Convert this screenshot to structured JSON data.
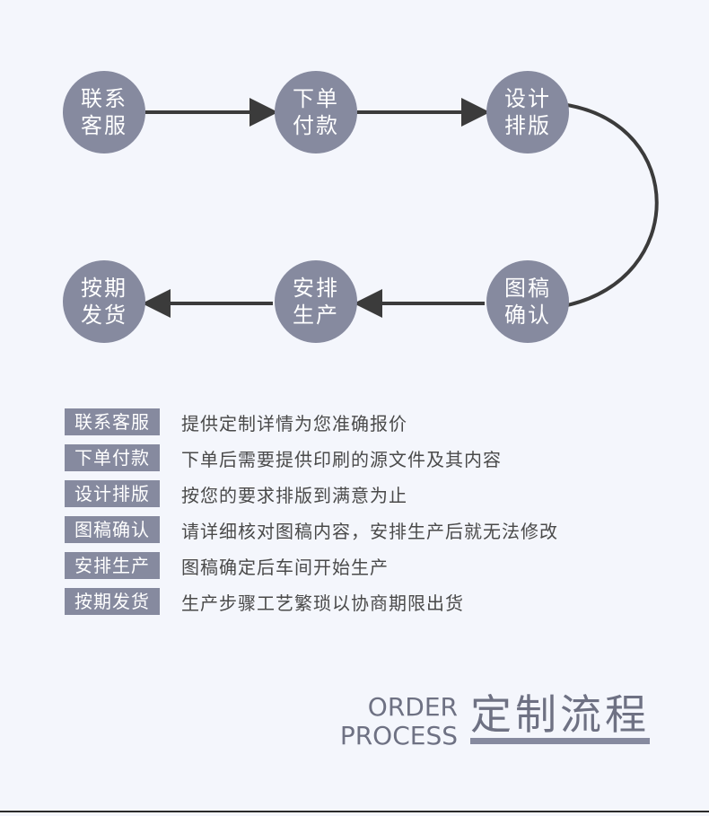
{
  "flow": {
    "nodes": [
      {
        "line1": "联系",
        "line2": "客服"
      },
      {
        "line1": "下单",
        "line2": "付款"
      },
      {
        "line1": "设计",
        "line2": "排版"
      },
      {
        "line1": "图稿",
        "line2": "确认"
      },
      {
        "line1": "安排",
        "line2": "生产"
      },
      {
        "line1": "按期",
        "line2": "发货"
      }
    ]
  },
  "steps": [
    {
      "tag": "联系客服",
      "desc": "提供定制详情为您准确报价"
    },
    {
      "tag": "下单付款",
      "desc": "下单后需要提供印刷的源文件及其内容"
    },
    {
      "tag": "设计排版",
      "desc": "按您的要求排版到满意为止"
    },
    {
      "tag": "图稿确认",
      "desc": "请详细核对图稿内容，安排生产后就无法修改"
    },
    {
      "tag": "安排生产",
      "desc": "图稿确定后车间开始生产"
    },
    {
      "tag": "按期发货",
      "desc": "生产步骤工艺繁琐以协商期限出货"
    }
  ],
  "title": {
    "en_line1": "ORDER",
    "en_line2": "PROCESS",
    "cn": "定制流程"
  },
  "colors": {
    "background": "#f4f6fc",
    "node": "#868a9f",
    "connector": "#3b3b3b",
    "text": "#4a4a4a"
  }
}
